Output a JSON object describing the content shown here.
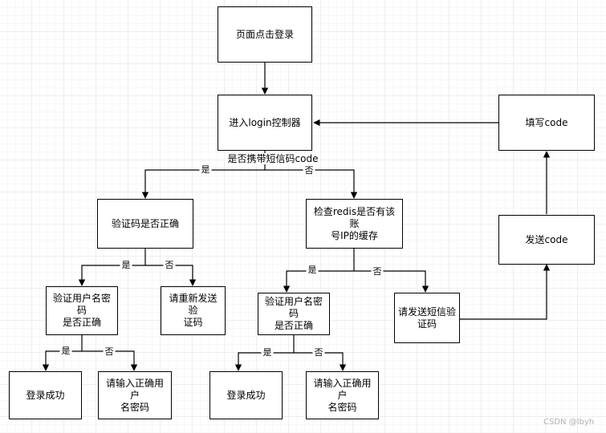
{
  "nodes": {
    "page_login": "页面点击登录",
    "login_controller": "进入login控制器",
    "verify_code": "验证码是否正确",
    "check_redis": "检查redis是否有该账\n号IP的缓存",
    "verify_user_left": "验证用户名密码\n是否正确",
    "resend_code": "请重新发送验\n证码",
    "verify_user_mid": "验证用户名密码\n是否正确",
    "send_sms": "请发送短信验\n证码",
    "send_code": "发送code",
    "fill_code": "填写code",
    "login_success_left": "登录成功",
    "reenter_left": "请输入正确用户\n名密码",
    "login_success_mid": "登录成功",
    "reenter_mid": "请输入正确用户\n名密码"
  },
  "labels": {
    "has_sms_code": "是否携带短信码code",
    "yes": "是",
    "no": "否"
  },
  "watermark": "CSDN @lbyh"
}
